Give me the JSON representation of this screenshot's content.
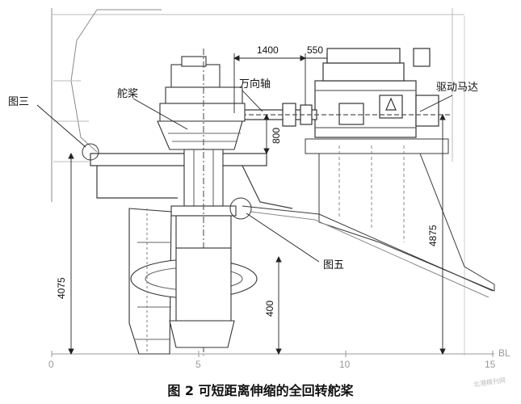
{
  "labels": {
    "fig3": "图三",
    "propeller": "舵桨",
    "universal_shaft": "万向轴",
    "drive_motor": "驱动马达",
    "fig5": "图五"
  },
  "dimensions": {
    "d1400": "1400",
    "d550": "550",
    "d800": "800",
    "d4875": "4875",
    "d4075": "4075",
    "d400": "400"
  },
  "axis": {
    "ticks": [
      "0",
      "5",
      "10",
      "15"
    ],
    "unit": "BL"
  },
  "caption": "图 2  可短距离伸缩的全回转舵桨",
  "watermark": "北港精刊网",
  "colors": {
    "line": "#3a3a3a",
    "light": "#9a9a9a",
    "dark": "#111111"
  }
}
